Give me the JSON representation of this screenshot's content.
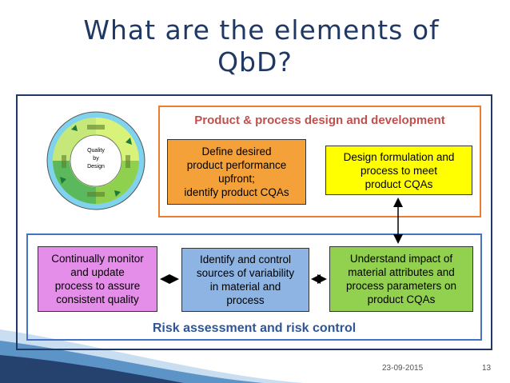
{
  "slide": {
    "title_line1": "What are the elements of",
    "title_line2": "QbD?"
  },
  "cycle_logo": {
    "center_line1": "Quality",
    "center_line2": "by",
    "center_line3": "Design"
  },
  "sections": {
    "design_title": "Product & process design and development",
    "risk_title": "Risk assessment and risk control"
  },
  "boxes": {
    "define": [
      "Define desired",
      "product performance",
      "upfront;",
      "identify product CQAs"
    ],
    "design": [
      "Design formulation and",
      "process to meet",
      "product CQAs"
    ],
    "monitor": [
      "Continually monitor",
      "and update",
      "process to assure",
      "consistent quality"
    ],
    "identify": [
      "Identify and control",
      "sources of variability",
      "in material and",
      "process"
    ],
    "understand": [
      "Understand impact of",
      "material attributes and",
      "process parameters on",
      "product CQAs"
    ]
  },
  "footer": {
    "date": "23-09-2015",
    "page": "13"
  },
  "colors": {
    "title": "#1f3864",
    "orange_frame": "#ed7d31",
    "blue_frame": "#4472c4",
    "define_box": "#f4a13a",
    "design_box": "#ffff00",
    "monitor_box": "#e58ee9",
    "identify_box": "#8db4e2",
    "understand_box": "#92d050"
  }
}
